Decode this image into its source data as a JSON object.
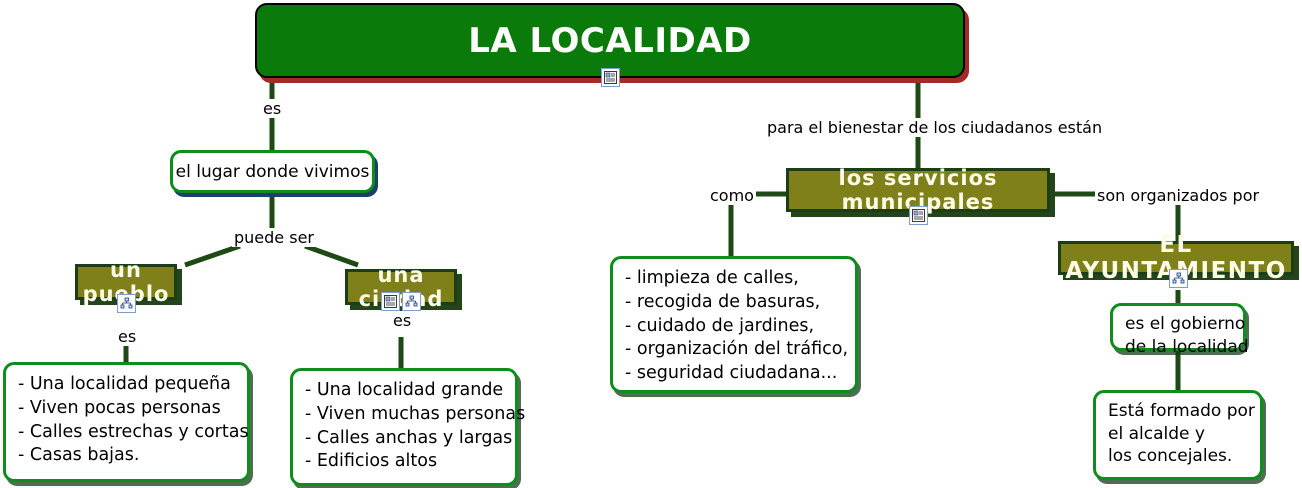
{
  "map": {
    "title": "LA LOCALIDAD",
    "nodes": {
      "root": {
        "label": "LA LOCALIDAD"
      },
      "lugar": {
        "label": "el lugar donde vivimos"
      },
      "pueblo": {
        "label": "un pueblo"
      },
      "ciudad": {
        "label": "una ciudad"
      },
      "pueblo_detalle": {
        "lines": [
          "- Una localidad pequeña",
          "- Viven pocas personas",
          "- Calles estrechas y cortas",
          "- Casas bajas."
        ]
      },
      "ciudad_detalle": {
        "lines": [
          "- Una localidad grande",
          "- Viven muchas personas",
          "- Calles anchas y largas",
          "- Edificios altos"
        ]
      },
      "servicios": {
        "label": "los servicios municipales"
      },
      "servicios_detalle": {
        "lines": [
          "- limpieza de calles,",
          "- recogida de basuras,",
          "- cuidado de jardines,",
          "- organización del tráfico,",
          "- seguridad ciudadana..."
        ]
      },
      "ayuntamiento": {
        "label": "EL AYUNTAMIENTO"
      },
      "gobierno": {
        "lines": [
          "es el gobierno",
          "de la localidad"
        ]
      },
      "formado": {
        "lines": [
          "Está formado por",
          "el alcalde y",
          "los concejales."
        ]
      }
    },
    "link_labels": {
      "es_lugar": "es",
      "puede_ser": "puede ser",
      "es_pueblo": "es",
      "es_ciudad": "es",
      "bienestar": "para el bienestar de los ciudadanos están",
      "como": "como",
      "organizados": "son organizados por"
    },
    "icons": {
      "document": "document-icon",
      "hierarchy": "hierarchy-icon"
    },
    "colors": {
      "title_green": "#0a7a0a",
      "title_shadow_red": "#a32a28",
      "olive": "#80801a",
      "border_dark_green": "#1d3d14",
      "box_green": "#0e8c1c",
      "connector_green": "#1d4a14",
      "text_white": "#fbfbe8",
      "text_black": "#000000"
    }
  }
}
